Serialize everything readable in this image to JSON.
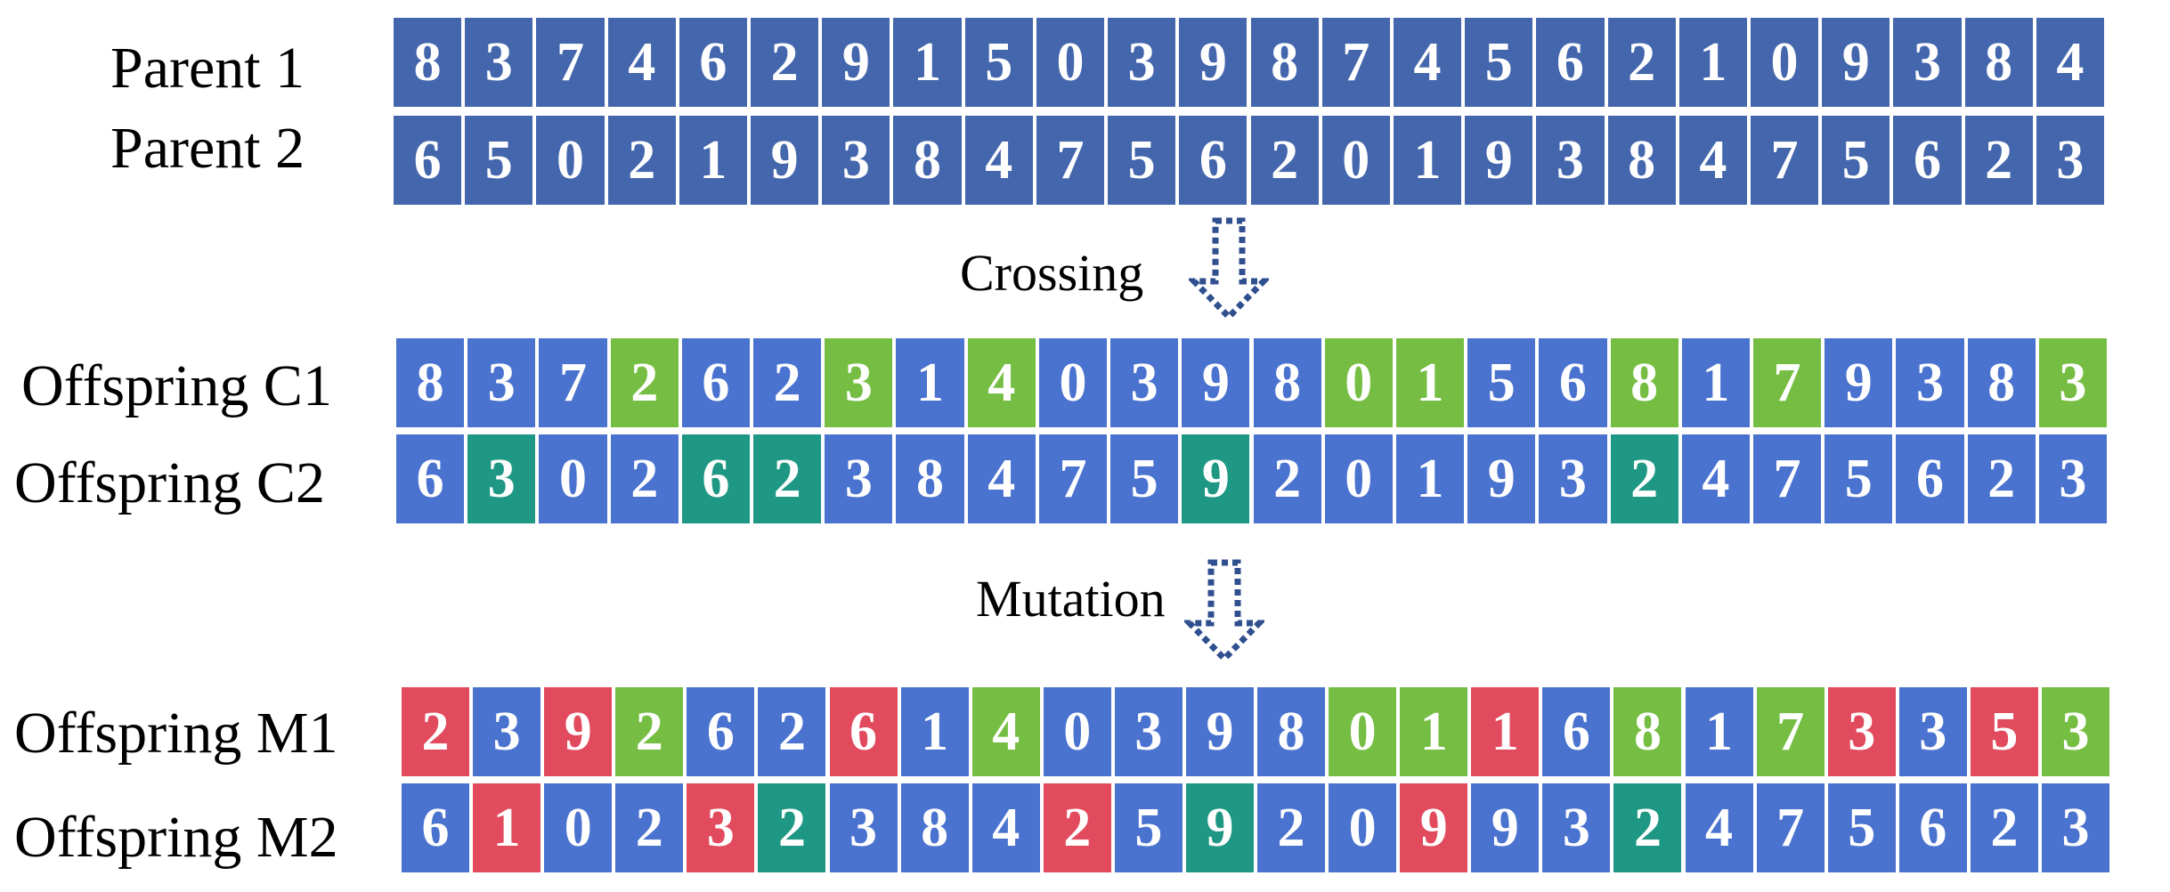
{
  "colors": {
    "parent": "#4466ad",
    "normal": "#4a72cf",
    "cross_c1": "#76be43",
    "cross_c2": "#1e9884",
    "mutation": "#e24a5d",
    "arrow": "#2f4f8f"
  },
  "steps": {
    "crossing": "Crossing",
    "mutation": "Mutation"
  },
  "rows": [
    {
      "label": "Parent 1",
      "genes": [
        8,
        3,
        7,
        4,
        6,
        2,
        9,
        1,
        5,
        0,
        3,
        9,
        8,
        7,
        4,
        5,
        6,
        2,
        1,
        0,
        9,
        3,
        8,
        4
      ],
      "types": [
        "p",
        "p",
        "p",
        "p",
        "p",
        "p",
        "p",
        "p",
        "p",
        "p",
        "p",
        "p",
        "p",
        "p",
        "p",
        "p",
        "p",
        "p",
        "p",
        "p",
        "p",
        "p",
        "p",
        "p"
      ]
    },
    {
      "label": "Parent 2",
      "genes": [
        6,
        5,
        0,
        2,
        1,
        9,
        3,
        8,
        4,
        7,
        5,
        6,
        2,
        0,
        1,
        9,
        3,
        8,
        4,
        7,
        5,
        6,
        2,
        3
      ],
      "types": [
        "p",
        "p",
        "p",
        "p",
        "p",
        "p",
        "p",
        "p",
        "p",
        "p",
        "p",
        "p",
        "p",
        "p",
        "p",
        "p",
        "p",
        "p",
        "p",
        "p",
        "p",
        "p",
        "p",
        "p"
      ]
    },
    {
      "label": "Offspring C1",
      "genes": [
        8,
        3,
        7,
        2,
        6,
        2,
        3,
        1,
        4,
        0,
        3,
        9,
        8,
        0,
        1,
        5,
        6,
        8,
        1,
        7,
        9,
        3,
        8,
        3
      ],
      "types": [
        "n",
        "n",
        "n",
        "g",
        "n",
        "n",
        "g",
        "n",
        "g",
        "n",
        "n",
        "n",
        "n",
        "g",
        "g",
        "n",
        "n",
        "g",
        "n",
        "g",
        "n",
        "n",
        "n",
        "g"
      ]
    },
    {
      "label": "Offspring C2",
      "genes": [
        6,
        3,
        0,
        2,
        6,
        2,
        3,
        8,
        4,
        7,
        5,
        9,
        2,
        0,
        1,
        9,
        3,
        2,
        4,
        7,
        5,
        6,
        2,
        3
      ],
      "types": [
        "n",
        "t",
        "n",
        "n",
        "t",
        "t",
        "n",
        "n",
        "n",
        "n",
        "n",
        "t",
        "n",
        "n",
        "n",
        "n",
        "n",
        "t",
        "n",
        "n",
        "n",
        "n",
        "n",
        "n"
      ]
    },
    {
      "label": "Offspring M1",
      "genes": [
        2,
        3,
        9,
        2,
        6,
        2,
        6,
        1,
        4,
        0,
        3,
        9,
        8,
        0,
        1,
        1,
        6,
        8,
        1,
        7,
        3,
        3,
        5,
        3
      ],
      "types": [
        "r",
        "n",
        "r",
        "g",
        "n",
        "n",
        "r",
        "n",
        "g",
        "n",
        "n",
        "n",
        "n",
        "g",
        "g",
        "r",
        "n",
        "g",
        "n",
        "g",
        "r",
        "n",
        "r",
        "g"
      ]
    },
    {
      "label": "Offspring M2",
      "genes": [
        6,
        1,
        0,
        2,
        3,
        2,
        3,
        8,
        4,
        2,
        5,
        9,
        2,
        0,
        9,
        9,
        3,
        2,
        4,
        7,
        5,
        6,
        2,
        3
      ],
      "types": [
        "n",
        "r",
        "n",
        "n",
        "r",
        "t",
        "n",
        "n",
        "n",
        "r",
        "n",
        "t",
        "n",
        "n",
        "r",
        "n",
        "n",
        "t",
        "n",
        "n",
        "n",
        "n",
        "n",
        "n"
      ]
    }
  ]
}
